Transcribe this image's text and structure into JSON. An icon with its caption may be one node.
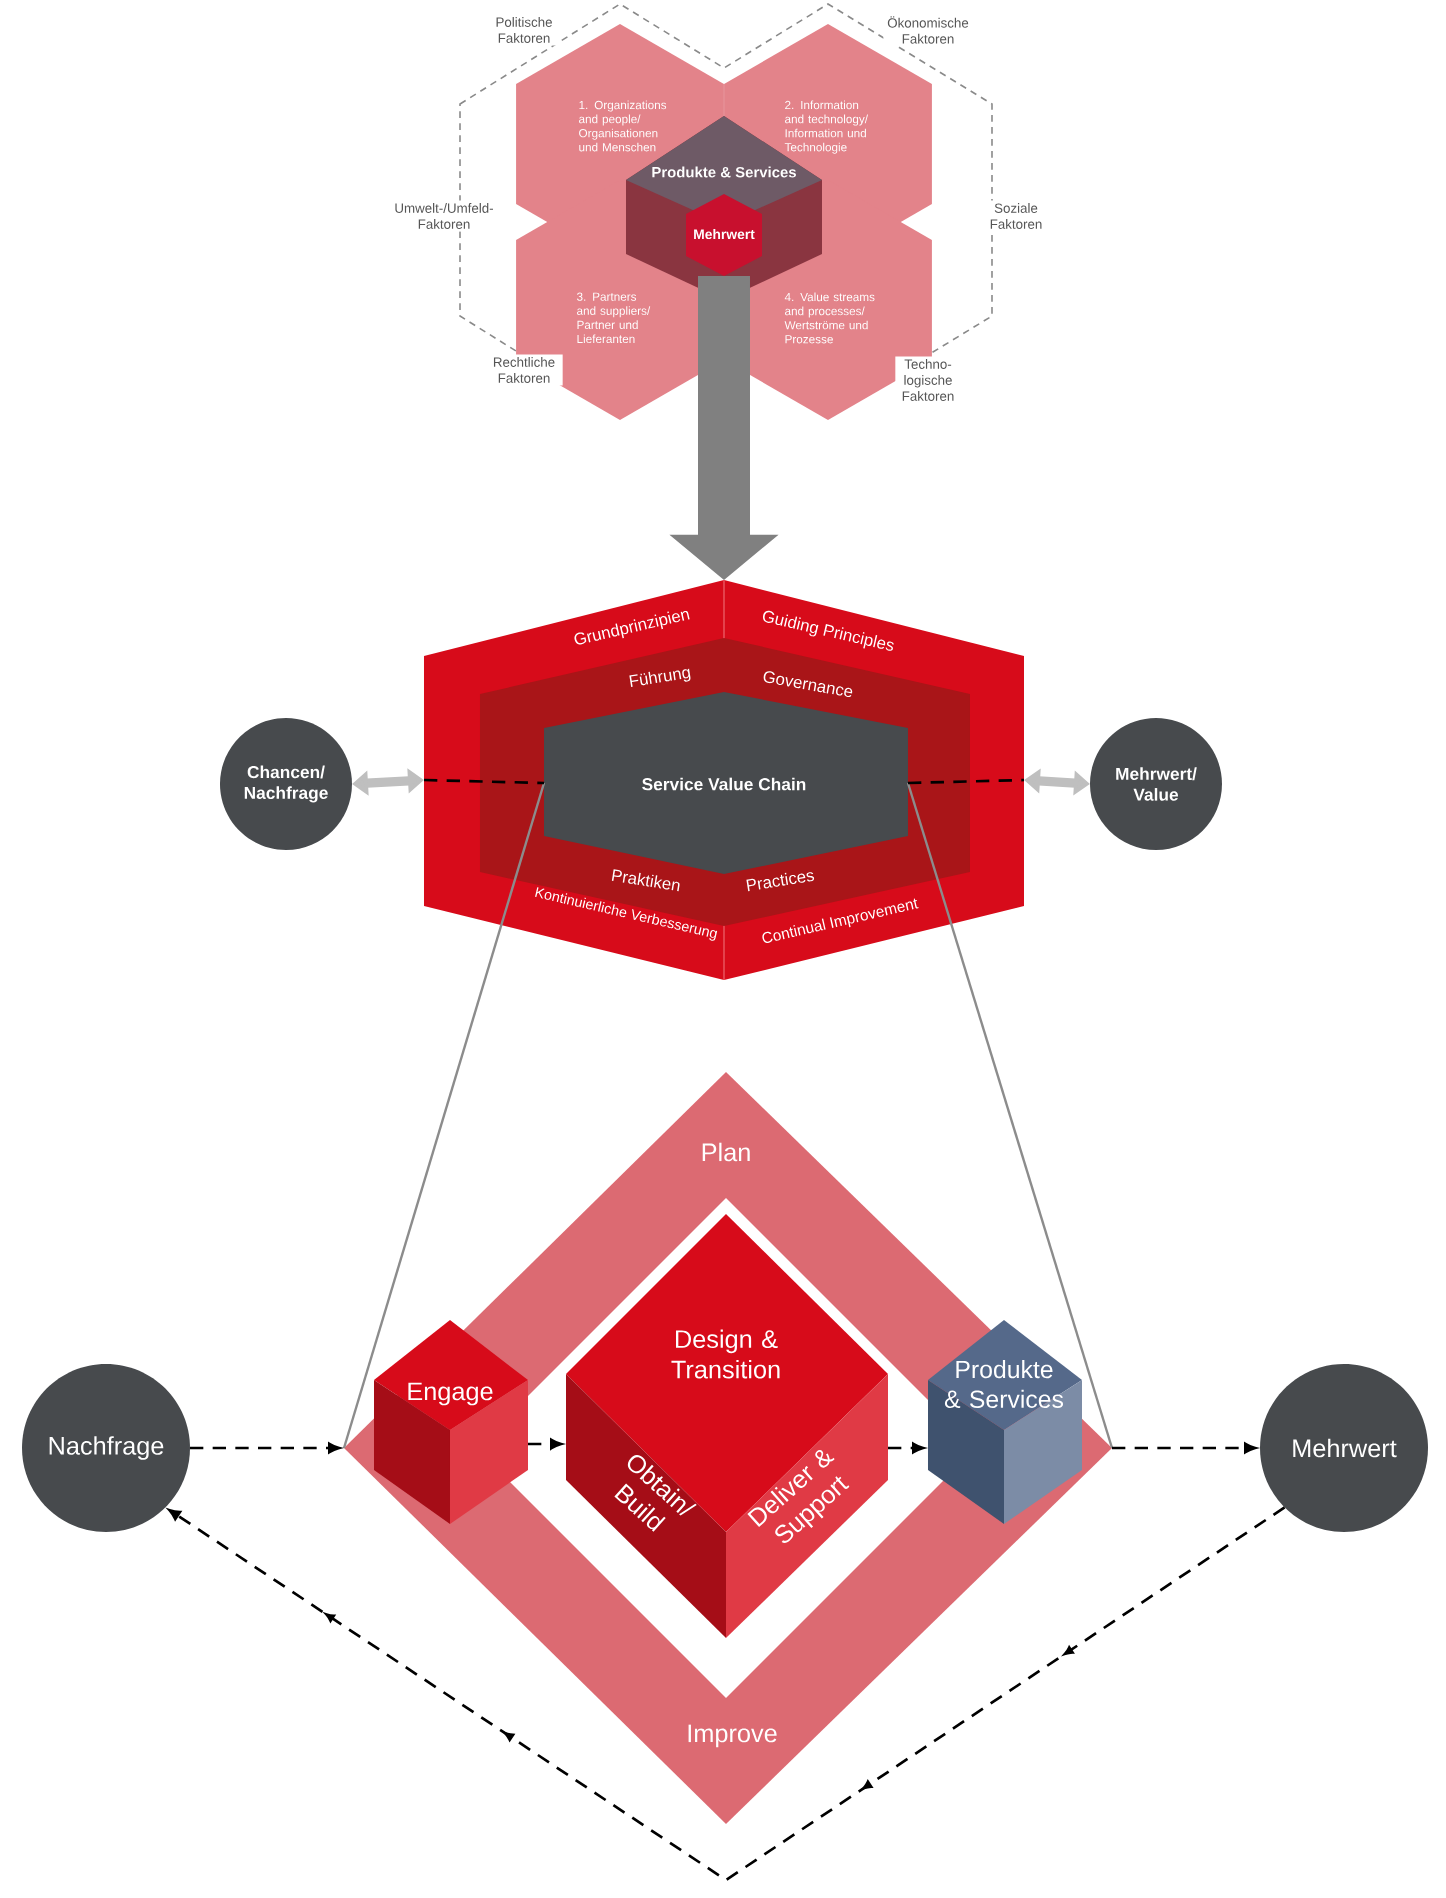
{
  "diagram": {
    "nodes": [
      {
        "text": [
          "1. Organizations and people/ Organisationen und Menschen"
        ]
      },
      {
        "text": [
          "2. Information and technology/ Information und Technologie"
        ]
      },
      {
        "text": [
          "Produkte & Services"
        ]
      },
      {
        "text": [
          "Mehrwert"
        ],
        "in": 2
      },
      {
        "text": [
          "3. Partners and suppliers/ Partner und Lieferanten"
        ]
      },
      {
        "text": [
          "4. Value streams and processes/ Wertströme und Prozesse"
        ]
      },
      {
        "text": [
          "Grundprinzipien",
          "Guiding Principles",
          "Kontinuierliche Verbesserung",
          "Continual Improvement"
        ]
      },
      {
        "text": [
          "Führung",
          "Governance",
          "Praktiken",
          "Practices"
        ],
        "in": 6
      },
      {
        "text": [
          "Service Value Chain"
        ],
        "in": 7
      },
      {
        "text": [
          "Chancen/ Nachfrage"
        ]
      },
      {
        "text": [
          "Mehrwert/ Value"
        ]
      },
      {
        "text": [
          "Plan",
          "Improve"
        ]
      },
      {
        "text": [
          "Engage"
        ],
        "in": 11
      },
      {
        "text": [
          "Design & Transition",
          "Obtain/ Build",
          "Deliver & Support"
        ],
        "in": 11
      },
      {
        "text": [
          "Produkte & Services"
        ],
        "in": 11
      },
      {
        "text": [
          "Nachfrage"
        ]
      },
      {
        "text": [
          "Mehrwert"
        ]
      }
    ],
    "edges": [
      {
        "from": 3,
        "to": 6,
        "arrow": "to",
        "style": "thick",
        "color": "#808080"
      },
      {
        "from": 9,
        "to": 6,
        "arrow": "both",
        "style": "thick",
        "color": "#bfbfbf"
      },
      {
        "from": 6,
        "to": 10,
        "arrow": "both",
        "style": "thick",
        "color": "#bfbfbf"
      },
      {
        "from": 8,
        "to": 11,
        "arrow": "none",
        "color": "#8c8c8c"
      },
      {
        "from": 8,
        "to": 11,
        "arrow": "none",
        "color": "#8c8c8c"
      },
      {
        "from": 15,
        "to": 11,
        "arrow": "to",
        "style": "dashed"
      },
      {
        "from": 12,
        "to": 13,
        "arrow": "to",
        "style": "dashed"
      },
      {
        "from": 13,
        "to": 14,
        "arrow": "to",
        "style": "dashed"
      },
      {
        "from": 11,
        "to": 16,
        "arrow": "to",
        "style": "dashed"
      },
      {
        "from": 16,
        "to": 15,
        "arrow": "to",
        "style": "dashed"
      },
      {
        "from": 6,
        "to": 8,
        "arrow": "none",
        "style": "dashed"
      },
      {
        "from": 8,
        "to": 6,
        "arrow": "none",
        "style": "dashed"
      }
    ],
    "labels": [
      "Politische Faktoren",
      "Ökonomische Faktoren",
      "Umwelt-/Umfeld- Faktoren",
      "Soziale Faktoren",
      "Rechtliche Faktoren",
      "Techno- logische Faktoren"
    ]
  }
}
